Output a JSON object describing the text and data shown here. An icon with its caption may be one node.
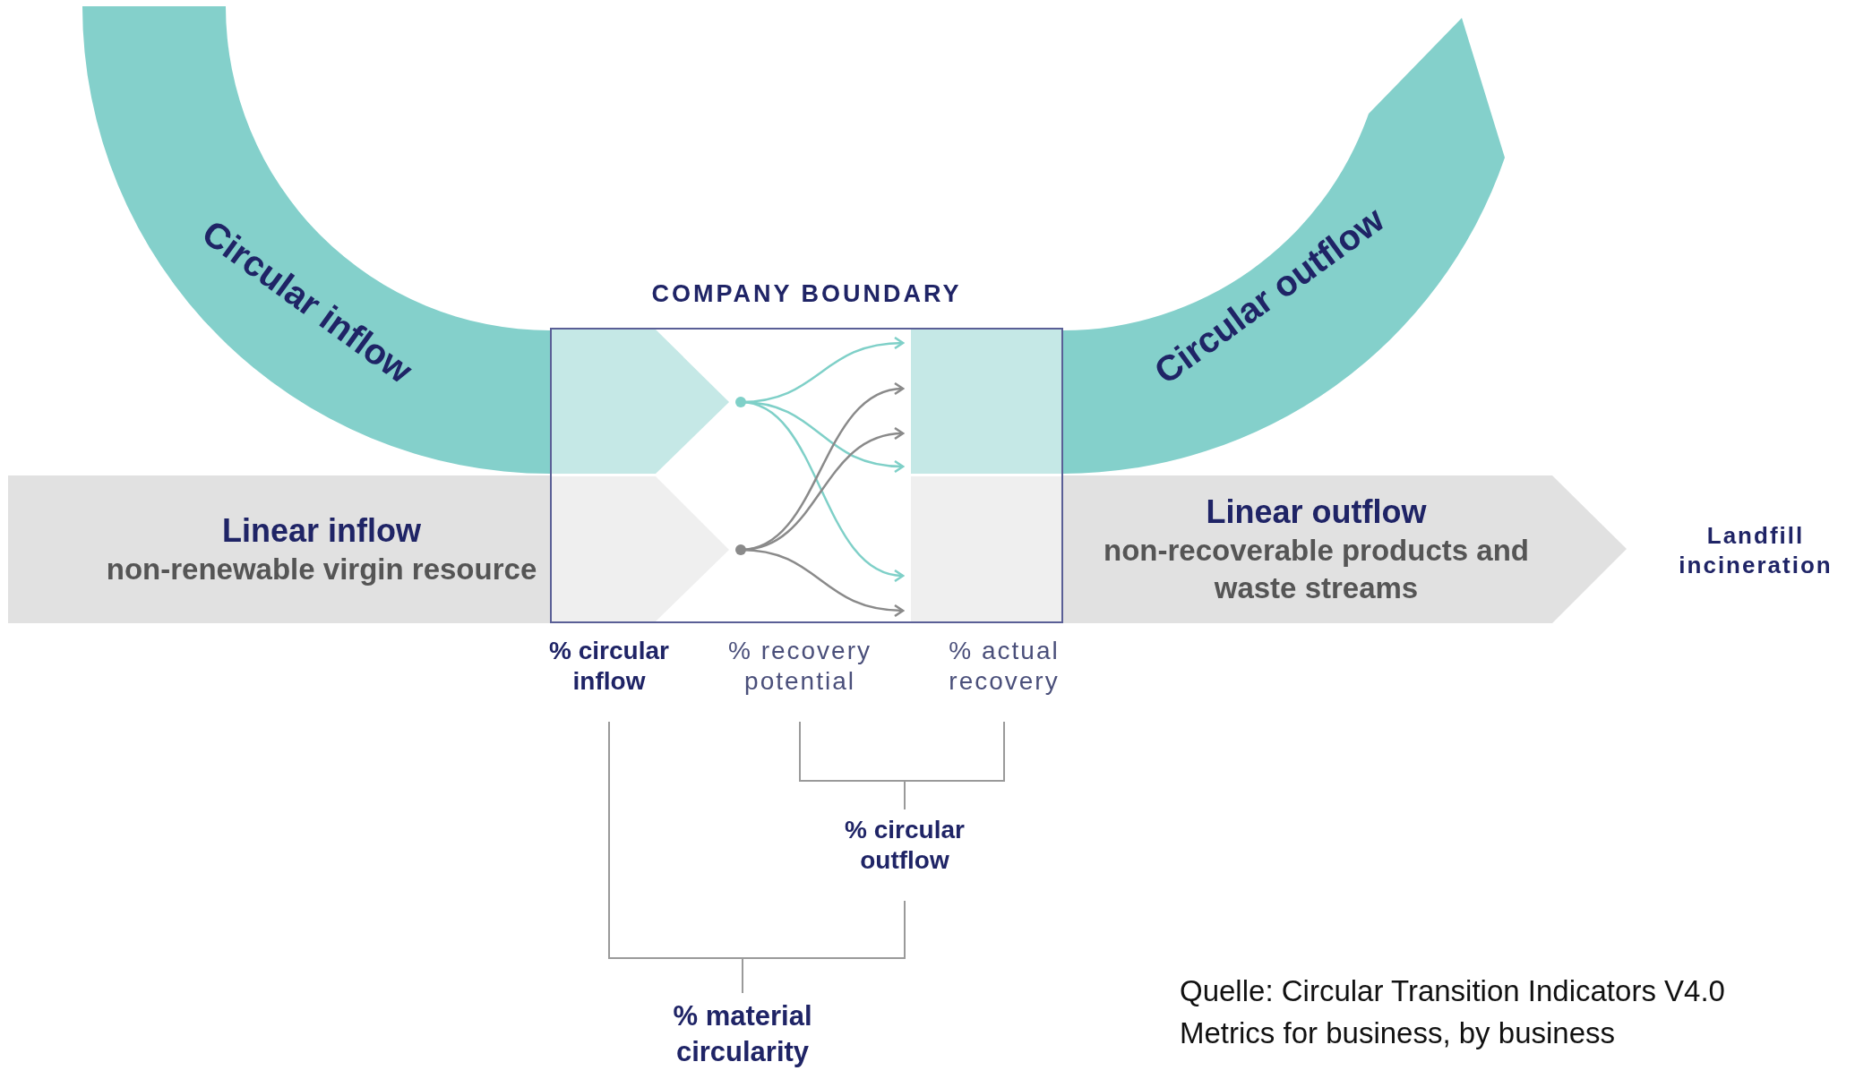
{
  "diagram": {
    "nodes": [
      {
        "text": [
          "Circular inflow"
        ]
      },
      {
        "text": [
          "Circular outflow"
        ]
      },
      {
        "text": [
          "COMPANY BOUNDARY"
        ]
      },
      {
        "text": [
          "Linear inflow",
          "non-renewable virgin resource"
        ]
      },
      {
        "text": [
          "Linear outflow",
          "non-recoverable products and waste streams"
        ]
      },
      {
        "text": [
          "% circular inflow"
        ]
      },
      {
        "text": [
          "% recovery potential"
        ]
      },
      {
        "text": [
          "% actual recovery"
        ]
      },
      {
        "text": [
          "% circular outflow"
        ]
      },
      {
        "text": [
          "% material circularity"
        ]
      }
    ],
    "edges": [
      {
        "from": 6,
        "to": 8,
        "arrow": "none"
      },
      {
        "from": 7,
        "to": 8,
        "arrow": "none"
      },
      {
        "from": 5,
        "to": 9,
        "arrow": "none"
      },
      {
        "from": 8,
        "to": 9,
        "arrow": "none"
      }
    ],
    "labels": [
      "Landfill incineration",
      "Quelle: Circular Transition Indicators V4.0",
      "Metrics for business, by business"
    ]
  }
}
